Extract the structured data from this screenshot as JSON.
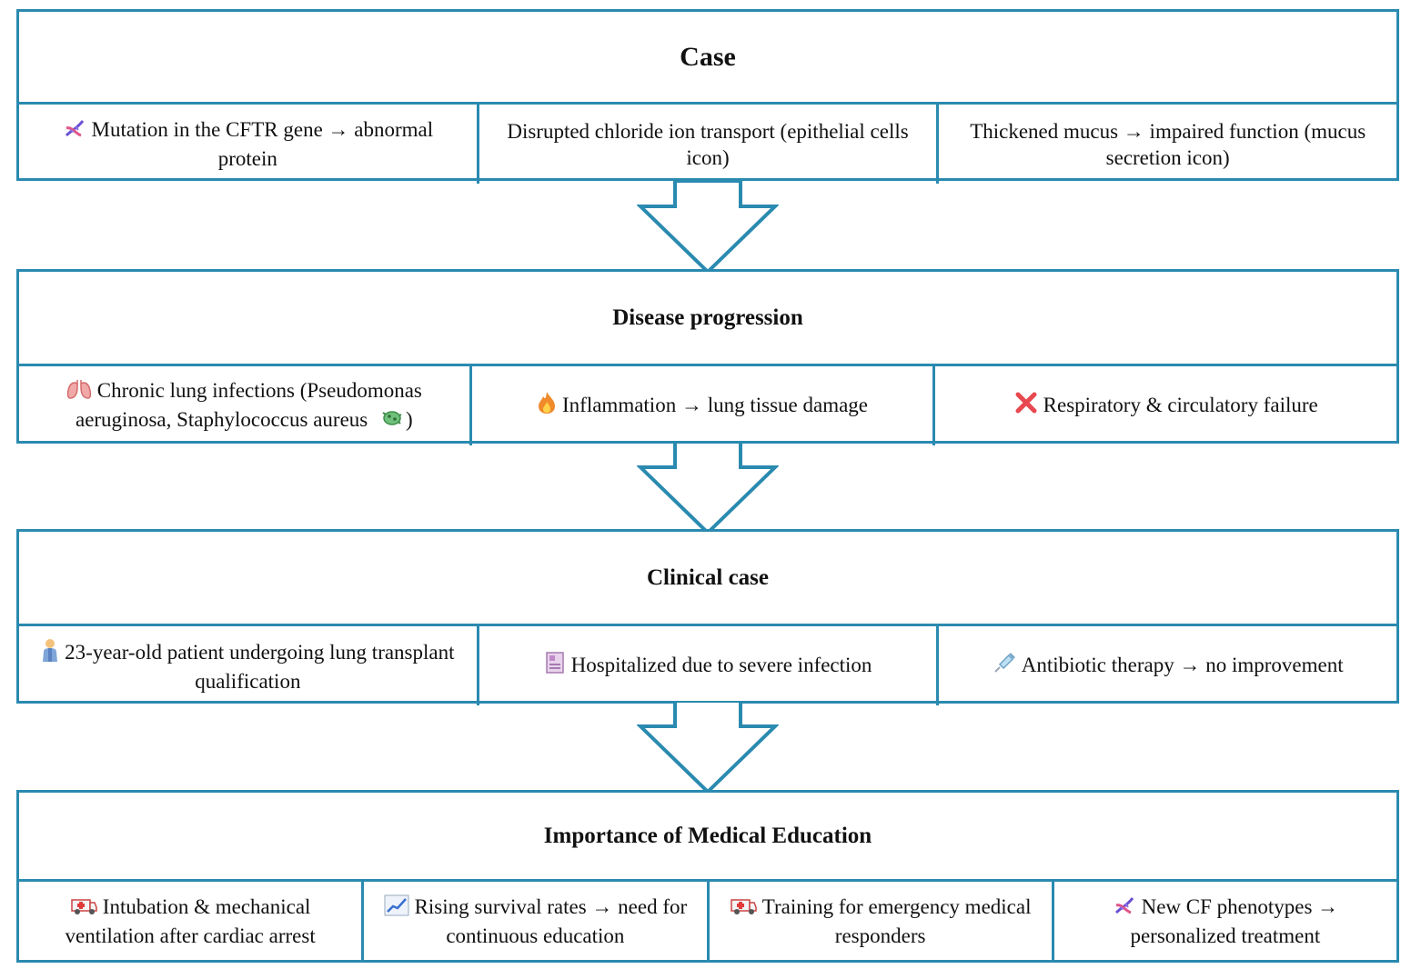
{
  "sections": [
    {
      "title": "Case",
      "cells": [
        {
          "icon": "dna-icon",
          "text": "Mutation in the CFTR gene → abnormal protein"
        },
        {
          "icon": "",
          "text": "Disrupted chloride ion transport (epithelial cells icon)"
        },
        {
          "icon": "",
          "text": "Thickened mucus → impaired function (mucus secretion icon)"
        }
      ]
    },
    {
      "title": "Disease progression",
      "cells": [
        {
          "icon": "lungs-icon",
          "text": "Chronic lung infections (Pseudomonas aeruginosa, Staphylococcus aureus",
          "suffix_icon": "microbe-icon",
          "suffix": ")"
        },
        {
          "icon": "fire-icon",
          "text": "Inflammation → lung tissue damage"
        },
        {
          "icon": "cross-mark-icon",
          "text": "Respiratory & circulatory failure"
        }
      ]
    },
    {
      "title": "Clinical case",
      "cells": [
        {
          "icon": "patient-icon",
          "text": "23-year-old patient undergoing lung transplant qualification"
        },
        {
          "icon": "hospital-bed-icon",
          "text": "Hospitalized due to severe infection"
        },
        {
          "icon": "syringe-icon",
          "text": "Antibiotic therapy → no improvement"
        }
      ]
    },
    {
      "title": "Importance of Medical Education",
      "cells": [
        {
          "icon": "ambulance-icon",
          "text": "Intubation & mechanical ventilation after cardiac arrest"
        },
        {
          "icon": "chart-increasing-icon",
          "text": "Rising survival rates → need for continuous education"
        },
        {
          "icon": "ambulance-icon",
          "text": "Training for emergency medical responders"
        },
        {
          "icon": "dna-icon",
          "text": "New CF phenotypes → personalized treatment"
        }
      ]
    }
  ],
  "colors": {
    "border": "#2a8ab0",
    "text": "#111111"
  }
}
